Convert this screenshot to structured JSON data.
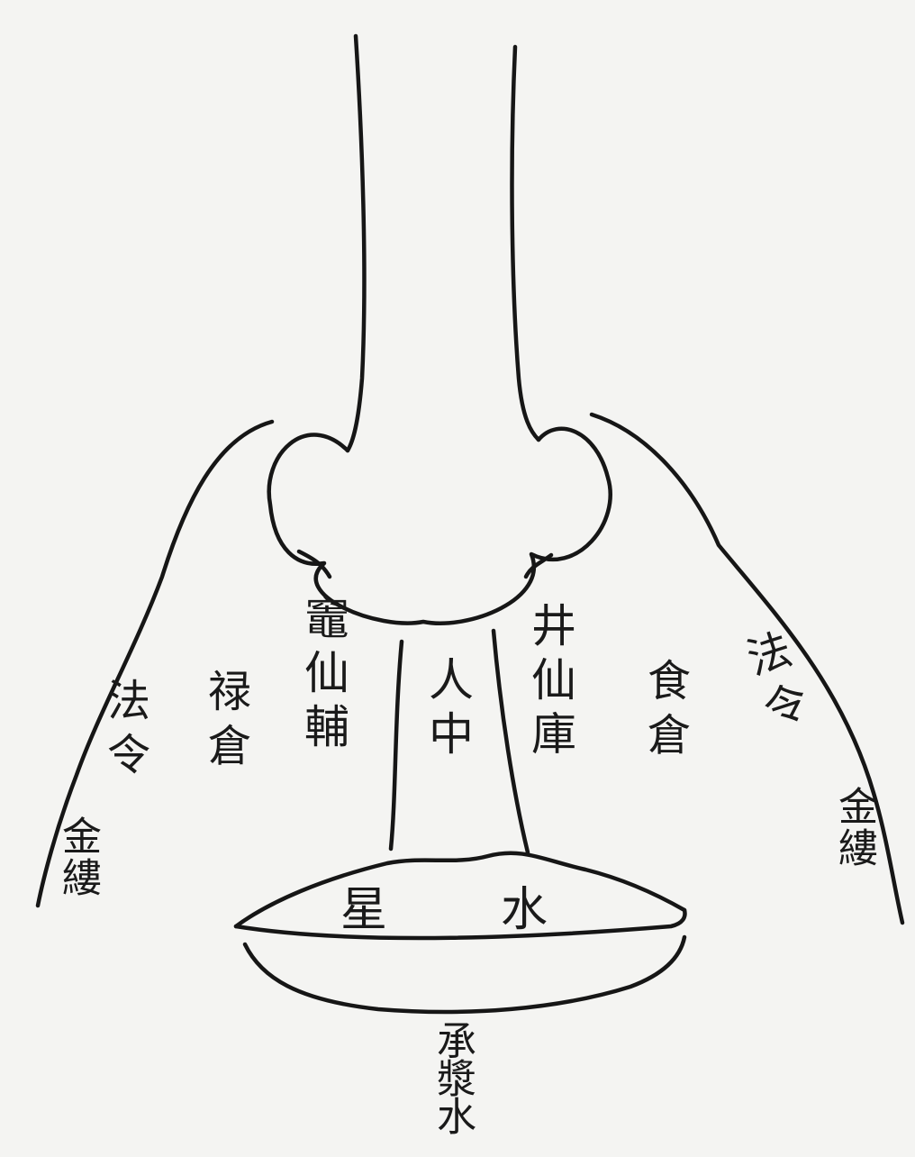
{
  "labels": {
    "left_outer_top": "法令",
    "left_outer_bottom": "金縷",
    "lu_cang": "禄倉",
    "lan_tai": "竈仙輔",
    "ren_zhong": "人中",
    "ting_wei": "井仙庫",
    "shi_cang": "食倉",
    "right_outer_top": "法令",
    "right_outer_bottom": "金縷",
    "mouth_star": "星",
    "mouth_water": "水",
    "cheng_jiang": "承漿水"
  }
}
